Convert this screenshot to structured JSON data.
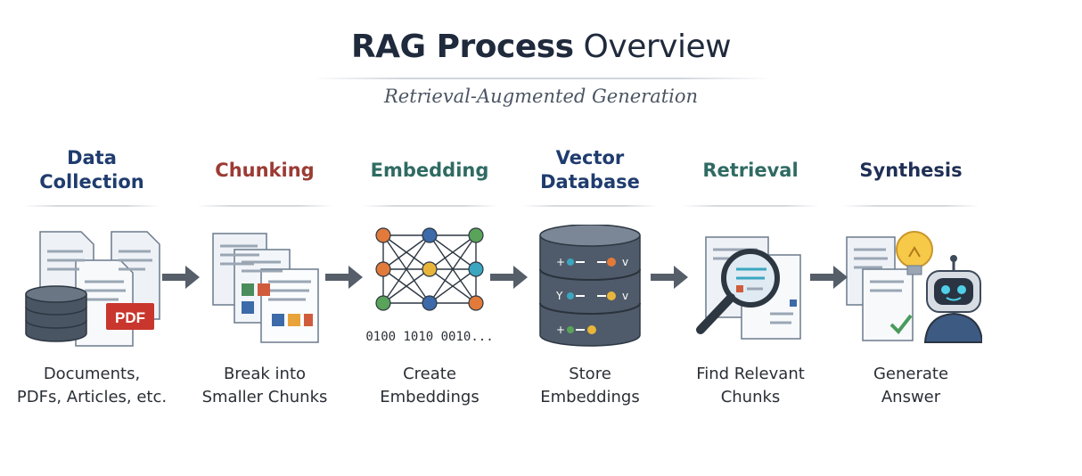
{
  "title": {
    "bold": "RAG Process",
    "regular": "Overview"
  },
  "subtitle": "Retrieval-Augmented Generation",
  "steps": [
    {
      "heading": "Data\nCollection",
      "color": "#1f3c6e",
      "desc": "Documents,\nPDFs, Articles, etc.",
      "icon": "documents-database-icon",
      "badge": "PDF"
    },
    {
      "heading": "Chunking",
      "color": "#9b3b34",
      "desc": "Break into\nSmaller Chunks",
      "icon": "chunked-pages-icon"
    },
    {
      "heading": "Embedding",
      "color": "#2f6b63",
      "desc": "Create\nEmbeddings",
      "icon": "neural-network-icon",
      "caption": "0100 1010 0010..."
    },
    {
      "heading": "Vector\nDatabase",
      "color": "#1f3c6e",
      "desc": "Store\nEmbeddings",
      "icon": "vector-database-icon"
    },
    {
      "heading": "Retrieval",
      "color": "#2f6b63",
      "desc": "Find Relevant\nChunks",
      "icon": "magnifier-documents-icon"
    },
    {
      "heading": "Synthesis",
      "color": "#1f2f55",
      "desc": "Generate\nAnswer",
      "icon": "robot-lightbulb-icon"
    }
  ]
}
